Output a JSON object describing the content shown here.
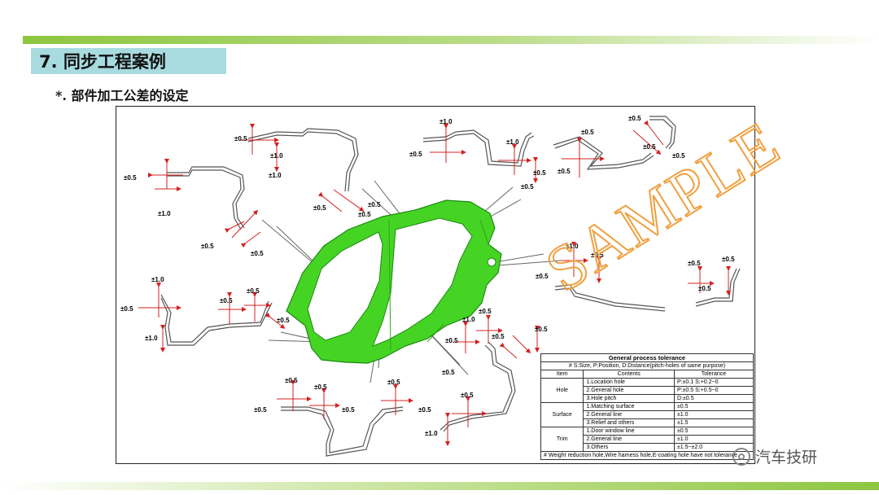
{
  "header": {
    "title": "7. 同步工程案例",
    "subtitle": "*. 部件加工公差的设定"
  },
  "watermark": {
    "sample": "SAMPLE",
    "brand": "汽车技研"
  },
  "tolerances": [
    "±0.5",
    "±1.0",
    "±0.5",
    "±0.5",
    "±1.0",
    "±0.5",
    "±1.0",
    "±0.5",
    "±0.5",
    "±1.0",
    "±0.5",
    "±0.5",
    "±0.5",
    "±0.5",
    "±0.5",
    "±0.5",
    "±1.0",
    "±0.5",
    "±1.0",
    "±0.5",
    "±0.5",
    "±0.5",
    "±1.0",
    "±0.5",
    "±0.5",
    "±0.5",
    "±0.5",
    "±0.5",
    "±0.5",
    "±0.5",
    "±1.0",
    "±0.5",
    "±0.5",
    "±0.5",
    "±0.5",
    "±0.5",
    "±0.5",
    "±0.5",
    "±0.5",
    "±1.0",
    "±0.5",
    "±0.5",
    "±1.0",
    "±0.5",
    "±0.5",
    "±0.5"
  ],
  "table": {
    "title": "General process tolerance",
    "legend": "# S:Size, P:Position, D:Distance(pitch-holes of same purpose)",
    "headers": [
      "Item",
      "Contents",
      "Tolerance"
    ],
    "groups": [
      {
        "item": "Hole",
        "rows": [
          {
            "content": "1.Location hole",
            "tolerance": "P:±0.1  S:+0.2~0"
          },
          {
            "content": "2.General hole",
            "tolerance": "P:±0.5  S:+0.5~0"
          },
          {
            "content": "3.Hole pitch",
            "tolerance": "D:±0.5"
          }
        ]
      },
      {
        "item": "Surface",
        "rows": [
          {
            "content": "1.Matching surface",
            "tolerance": "±0.5"
          },
          {
            "content": "2.General line",
            "tolerance": "±1.0"
          },
          {
            "content": "3.Relief and others",
            "tolerance": "±1.5"
          }
        ]
      },
      {
        "item": "Trim",
        "rows": [
          {
            "content": "1.Door window line",
            "tolerance": "±0.5"
          },
          {
            "content": "2.General line",
            "tolerance": "±1.0"
          },
          {
            "content": "3.Others",
            "tolerance": "±1.5~±2.0"
          }
        ]
      }
    ],
    "footnote": "# Weight reduction hole,Wire harness hole,E-coating hole have not tolerance"
  }
}
